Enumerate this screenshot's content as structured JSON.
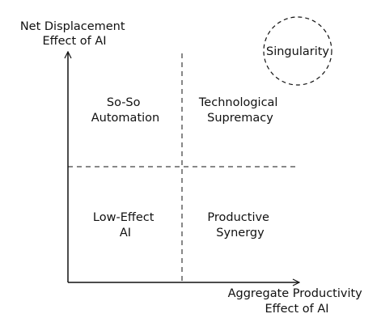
{
  "y_axis": {
    "line1": "Net Displacement",
    "line2": "Effect of AI"
  },
  "x_axis": {
    "line1": "Aggregate Productivity",
    "line2": "Effect of AI"
  },
  "quadrants": {
    "top_left": {
      "line1": "So-So",
      "line2": "Automation"
    },
    "top_right": {
      "line1": "Technological",
      "line2": "Supremacy"
    },
    "bottom_left": {
      "line1": "Low-Effect",
      "line2": "AI"
    },
    "bottom_right": {
      "line1": "Productive",
      "line2": "Synergy"
    }
  },
  "singularity": {
    "label": "Singularity"
  },
  "colors": {
    "ink": "#111111",
    "background": "#ffffff"
  }
}
